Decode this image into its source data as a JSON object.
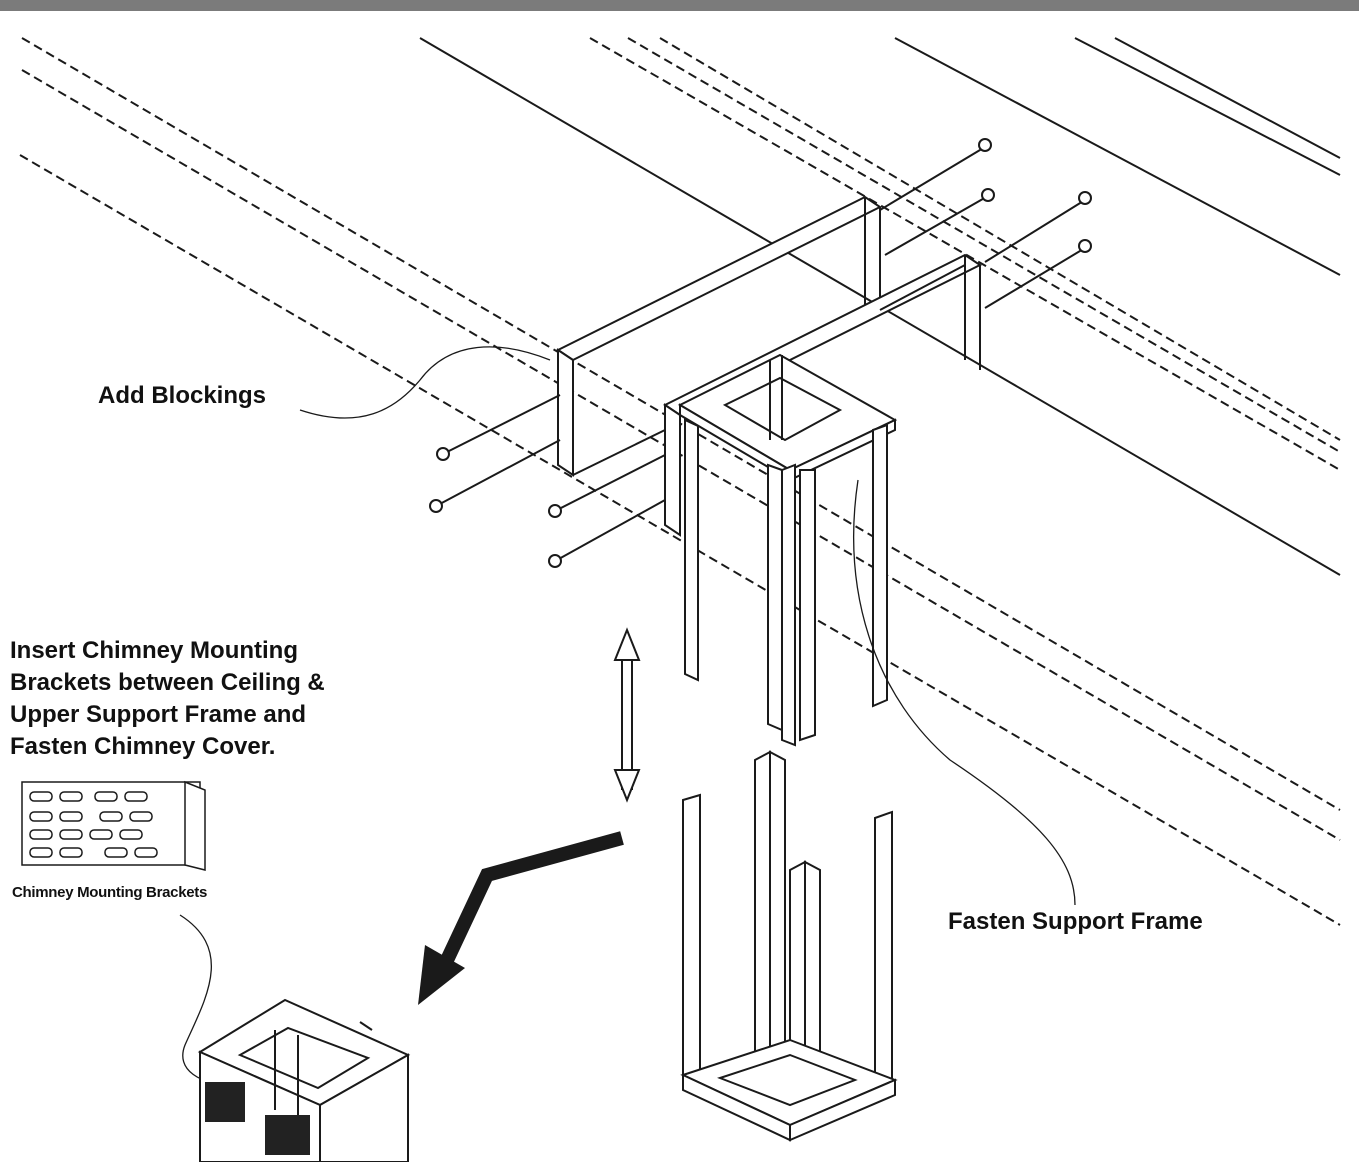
{
  "labels": {
    "add_blockings": "Add Blockings",
    "insert_instruction": [
      "Insert Chimney Mounting",
      "Brackets between Ceiling &",
      "Upper Support Frame and",
      "Fasten Chimney Cover."
    ],
    "chimney_mounting_brackets": "Chimney Mounting Brackets",
    "fasten_support_frame": "Fasten Support Frame"
  },
  "colors": {
    "line": "#1a1a1a",
    "top_bar": "#7b7b7b",
    "background": "#ffffff"
  }
}
